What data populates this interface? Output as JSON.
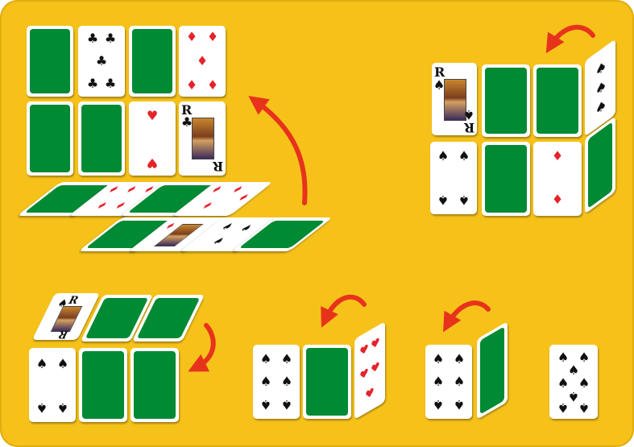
{
  "cards": {
    "rank_label": "R",
    "suit_glyphs": {
      "spade": "♠",
      "club": "♣",
      "diamond": "♦",
      "heart": "♥"
    }
  },
  "colors": {
    "background": "#f6c21a",
    "card_back": "#008a34",
    "arrow": "#e8331c",
    "red_suit": "#e5232a"
  },
  "icons": [
    "card-back",
    "spade-pip",
    "club-pip",
    "diamond-pip",
    "heart-pip",
    "curved-arrow-icon"
  ]
}
